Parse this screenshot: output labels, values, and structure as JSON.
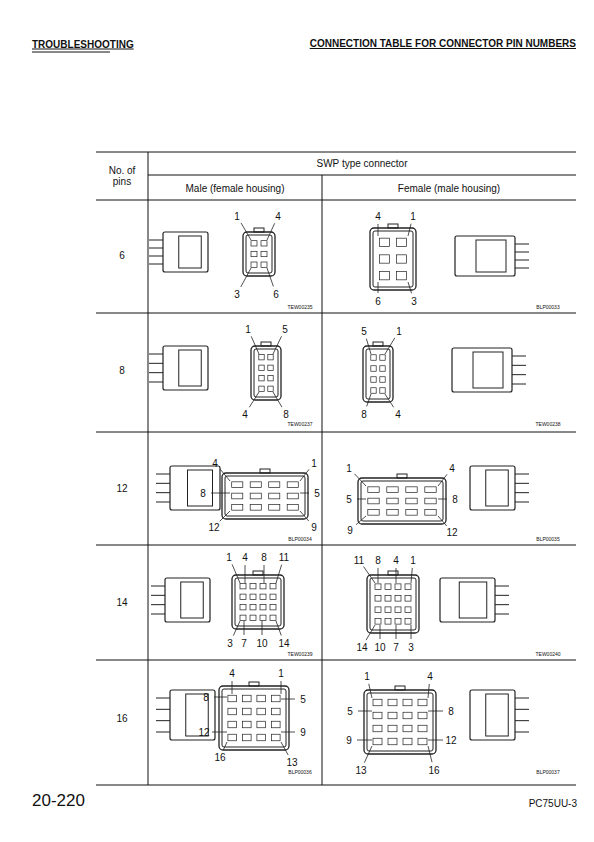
{
  "diagram": {
    "title": "CONNECTION TABLE FOR CONNECTOR PIN NUMBERS",
    "labels": [
      "TROUBLESHOOTING",
      "No. of pins",
      "SWP type connector",
      "Male (female housing)",
      "Female (male housing)",
      "6",
      "8",
      "12",
      "14",
      "16",
      "1",
      "4",
      "3",
      "6",
      "TEW00235",
      "4",
      "1",
      "6",
      "3",
      "BLP00033",
      "1",
      "5",
      "4",
      "8",
      "TEW00237",
      "5",
      "1",
      "8",
      "4",
      "TEW00238",
      "4",
      "1",
      "8",
      "5",
      "12",
      "9",
      "BLP00034",
      "1",
      "4",
      "5",
      "8",
      "9",
      "12",
      "BLP00035",
      "1",
      "4",
      "8",
      "11",
      "3",
      "7",
      "10",
      "14",
      "TEW00239",
      "11",
      "8",
      "4",
      "1",
      "14",
      "10",
      "7",
      "3",
      "TEW00240",
      "4",
      "1",
      "8",
      "5",
      "12",
      "9",
      "16",
      "13",
      "BLP00036",
      "1",
      "4",
      "5",
      "8",
      "9",
      "12",
      "13",
      "16",
      "BLP00037",
      "20-220",
      "PC75UU-3"
    ]
  }
}
